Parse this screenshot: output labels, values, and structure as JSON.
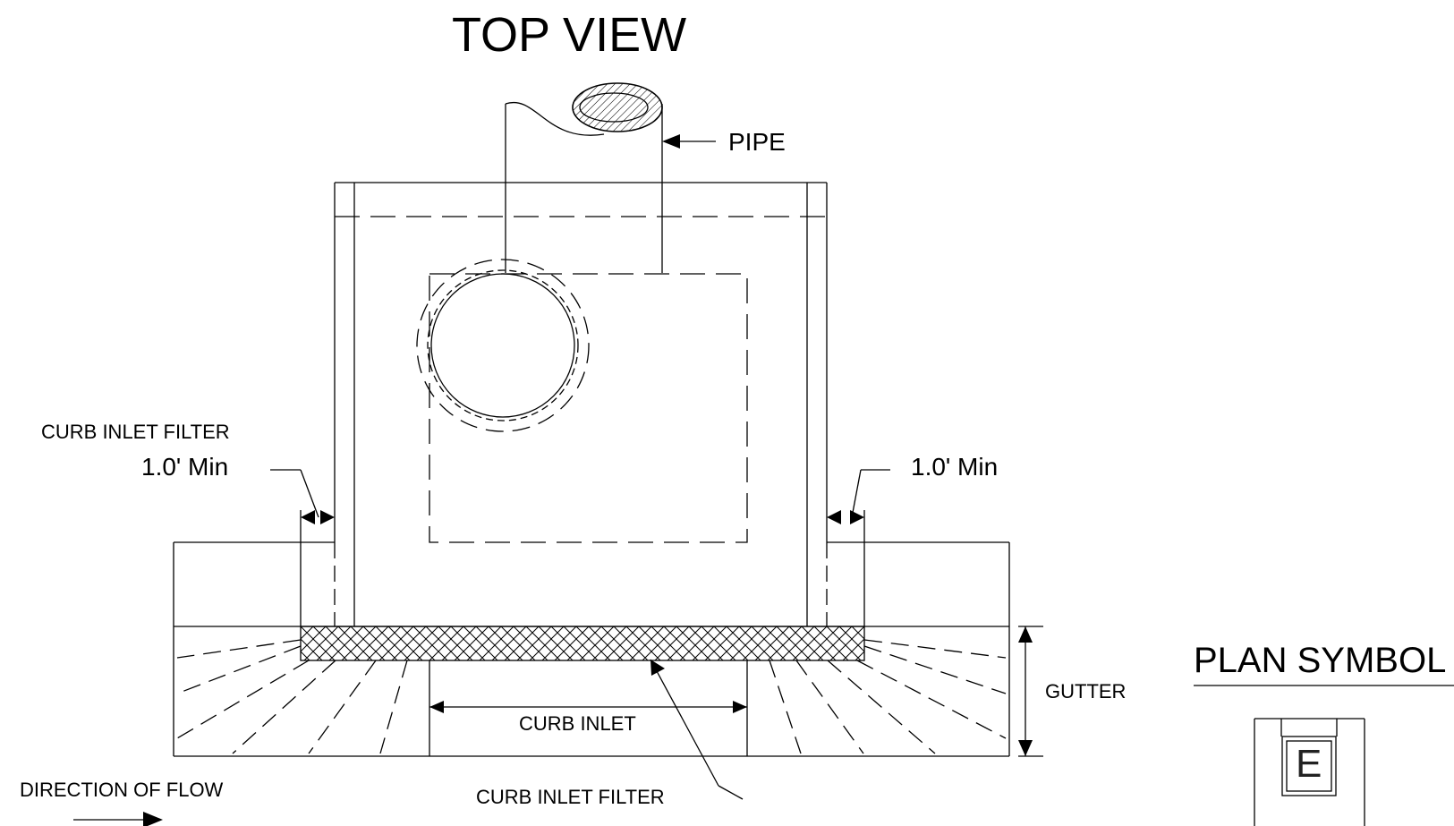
{
  "labels": {
    "title": "TOP VIEW",
    "pipe": "PIPE",
    "curb_inlet_filter_left": "CURB INLET FILTER",
    "min_left": "1.0' Min",
    "min_right": "1.0' Min",
    "gutter": "GUTTER",
    "curb_inlet": "CURB INLET",
    "curb_inlet_filter_bottom": "CURB INLET FILTER",
    "direction_of_flow": "DIRECTION OF FLOW",
    "plan_symbol": "PLAN SYMBOL",
    "plan_symbol_letter": "E"
  }
}
